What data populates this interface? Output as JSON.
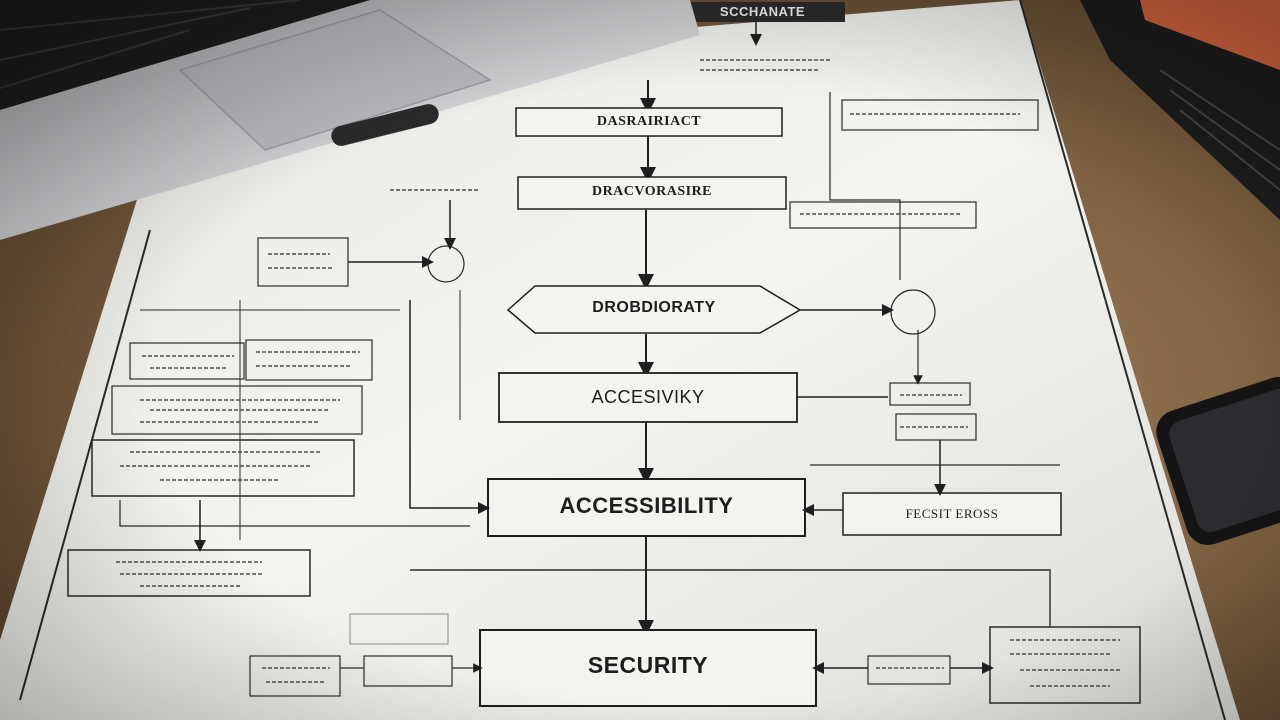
{
  "diagram": {
    "top_label": "SCCHANATE",
    "nodes": {
      "n1": "DASRAIRIACT",
      "n2": "DRACVORASIRE",
      "n3": "DROBDIORATY",
      "n4": "ACCESIVIKY",
      "n5": "ACCESSIBILITY",
      "n6": "SECURITY",
      "side_right": "FECSIT EROSS"
    }
  },
  "colors": {
    "paper": "#f1f1ee",
    "ink": "#1f1f1f",
    "desk": "#8a6d4c",
    "laptop_body": "#c9cacc",
    "phone": "#141414",
    "notebook_cover": "#d2643f"
  }
}
